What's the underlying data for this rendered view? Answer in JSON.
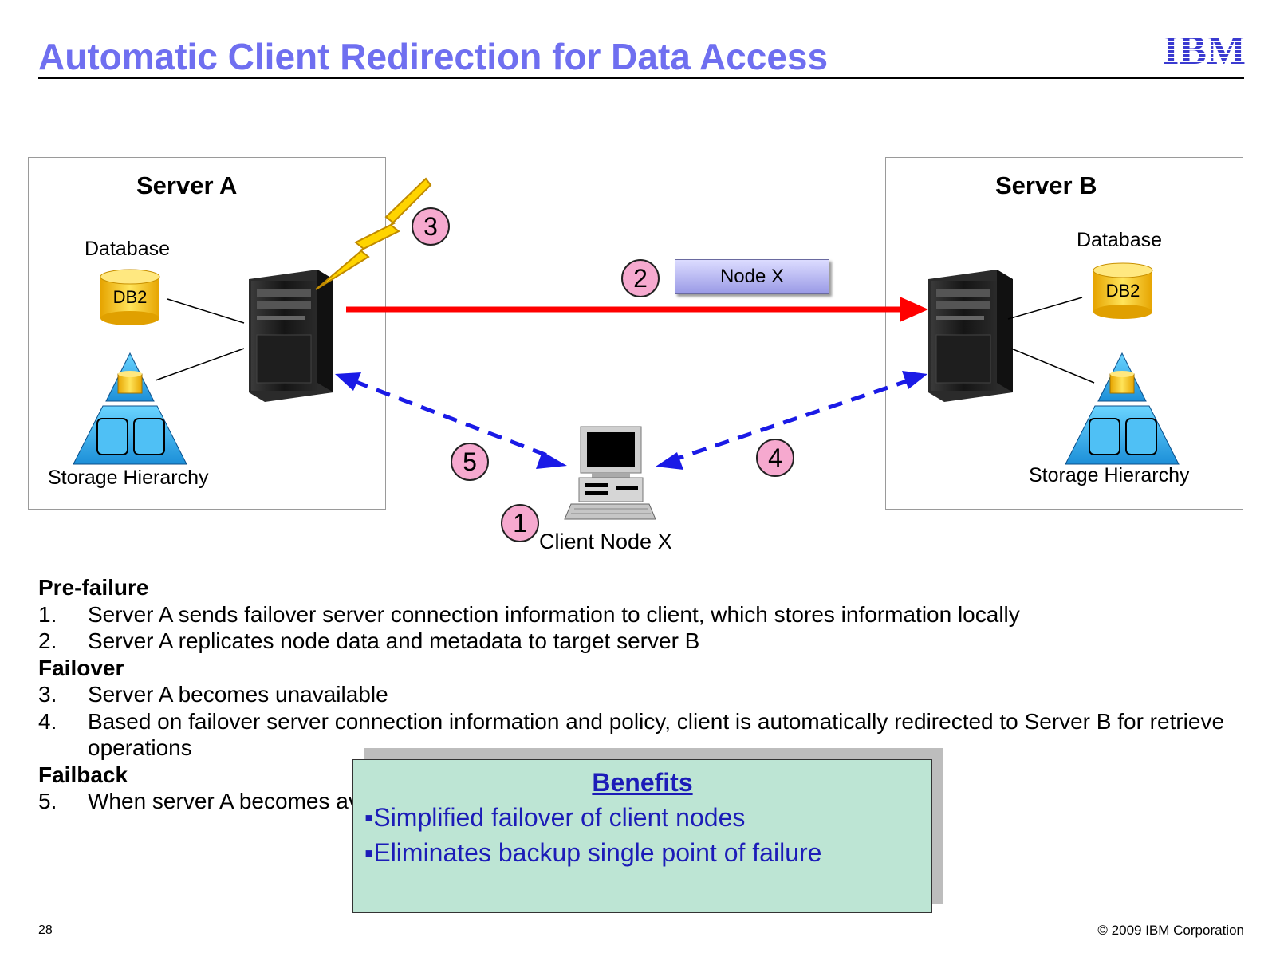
{
  "slide": {
    "title": "Automatic Client Redirection for Data Access",
    "logo_text": "IBM",
    "page_number": "28",
    "copyright": "© 2009 IBM Corporation"
  },
  "diagram": {
    "server_a": {
      "title": "Server A",
      "database_label": "Database",
      "db_name": "DB2",
      "storage_label": "Storage Hierarchy"
    },
    "server_b": {
      "title": "Server B",
      "database_label": "Database",
      "db_name": "DB2",
      "storage_label": "Storage Hierarchy"
    },
    "client_label": "Client Node X",
    "node_label": "Node X",
    "steps": [
      "1",
      "2",
      "3",
      "4",
      "5"
    ],
    "colors": {
      "replication_arrow": "#ff0000",
      "client_arrows": "#1a1ae6",
      "step_fill": "#f6a9cf",
      "title": "#6f6ff0",
      "benefits_bg": "#bde5d4"
    }
  },
  "notes": {
    "pre_failure": {
      "heading": "Pre-failure",
      "items": [
        {
          "num": "1.",
          "text": "Server A sends failover server connection information to client, which stores information locally"
        },
        {
          "num": "2.",
          "text": "Server A replicates node data and metadata to target server B"
        }
      ]
    },
    "failover": {
      "heading": "Failover",
      "items": [
        {
          "num": "3.",
          "text": "Server A becomes unavailable"
        },
        {
          "num": "4.",
          "text": "Based on failover server connection information and policy, client is automatically redirected to Server B for retrieve operations"
        }
      ]
    },
    "failback": {
      "heading": "Failback",
      "items": [
        {
          "num": "5.",
          "text": "When server A becomes available again, client is redirected back to Server A"
        }
      ]
    }
  },
  "benefits": {
    "title": "Benefits",
    "items": [
      "▪Simplified failover of client nodes",
      "▪Eliminates backup single point of failure"
    ]
  }
}
